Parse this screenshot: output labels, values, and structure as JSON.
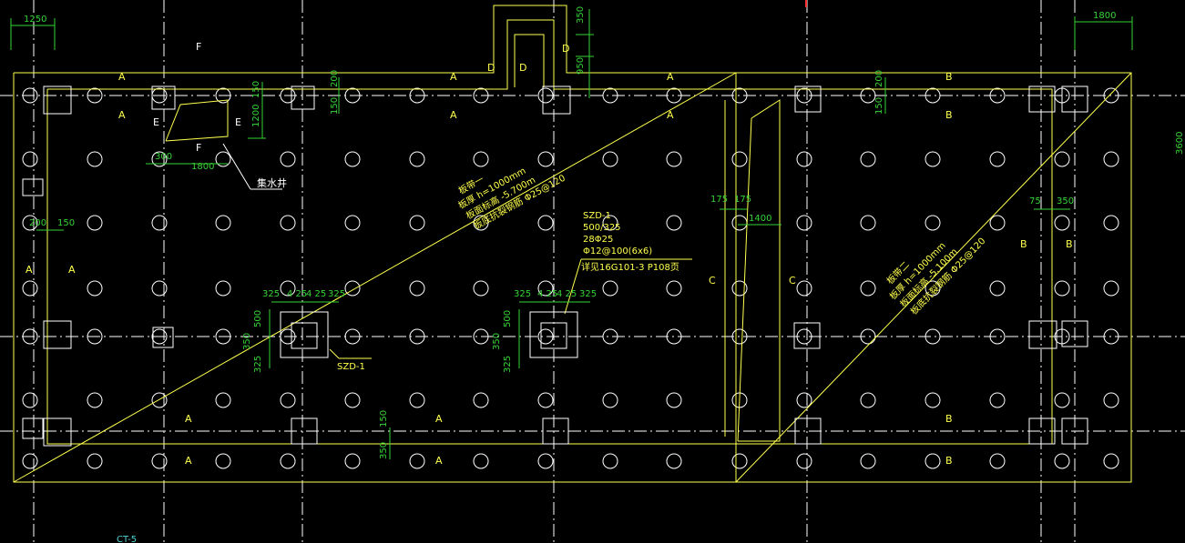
{
  "colors": {
    "background": "#000000",
    "outline": "#ffff4d",
    "grid": "#ffffff",
    "dimension": "#36d336",
    "red_mark": "#ff3030"
  },
  "dimensions": {
    "d1250": "1250",
    "d1800": "1800",
    "d350_top": "350",
    "d950": "950",
    "d200_a": "200",
    "d150_a": "150",
    "d150_b": "150",
    "d1200": "1200",
    "d200_b": "200",
    "d150_c": "150",
    "d300": "300",
    "d1800_e": "1800",
    "d200_left": "200",
    "d150_left": "150",
    "d175_a": "175",
    "d175_b": "175",
    "d1400": "1400",
    "d75": "75",
    "d350_right": "350",
    "d3600": "3600",
    "col1_w1": "325",
    "col1_w2": "4 25",
    "col1_w3": "4 25",
    "col1_w4": "325",
    "col1_h1": "500",
    "col1_h2": "350",
    "col1_h3": "325",
    "col2_w1": "325",
    "col2_w2": "4 25",
    "col2_w3": "4 25",
    "col2_w4": "325",
    "col2_h1": "500",
    "col2_h2": "350",
    "col2_h3": "325",
    "d150_bottom": "150",
    "d350_bottom": "350"
  },
  "section_marks": {
    "a1": "A",
    "a2": "A",
    "a3": "A",
    "a4": "A",
    "a5": "A",
    "a6": "A",
    "a7": "A",
    "a8": "A",
    "a9": "A",
    "a10": "A",
    "a11": "A",
    "a12": "A",
    "b1": "B",
    "b2": "B",
    "b3": "B",
    "b4": "B",
    "b5": "B",
    "b6": "B",
    "c1": "C",
    "c2": "C",
    "d1": "D",
    "d2": "D",
    "d3": "D",
    "e1": "E",
    "e2": "E",
    "f1": "F",
    "f2": "F"
  },
  "annotations": {
    "slab1_title": "板带一",
    "slab1_line1": "板厚 h=1000mm",
    "slab1_line2": "板面标高 -5.700m",
    "slab1_line3": "板底抗裂钢筋 Φ25@120",
    "slab2_title": "板带二",
    "slab2_line1": "板厚 h=1000mm",
    "slab2_line2": "板面标高 -5.100m",
    "slab2_line3": "板底抗裂钢筋 Φ25@120",
    "szd_title": "SZD-1",
    "szd_size": "500/325",
    "szd_bars": "28Φ25",
    "szd_stirrup": "Φ12@100(6x6)",
    "szd_ref": "详见16G101-3 P108页",
    "szd_label_col": "SZD-1",
    "sump_label": "集水井",
    "sheet_label": "CT-5"
  }
}
